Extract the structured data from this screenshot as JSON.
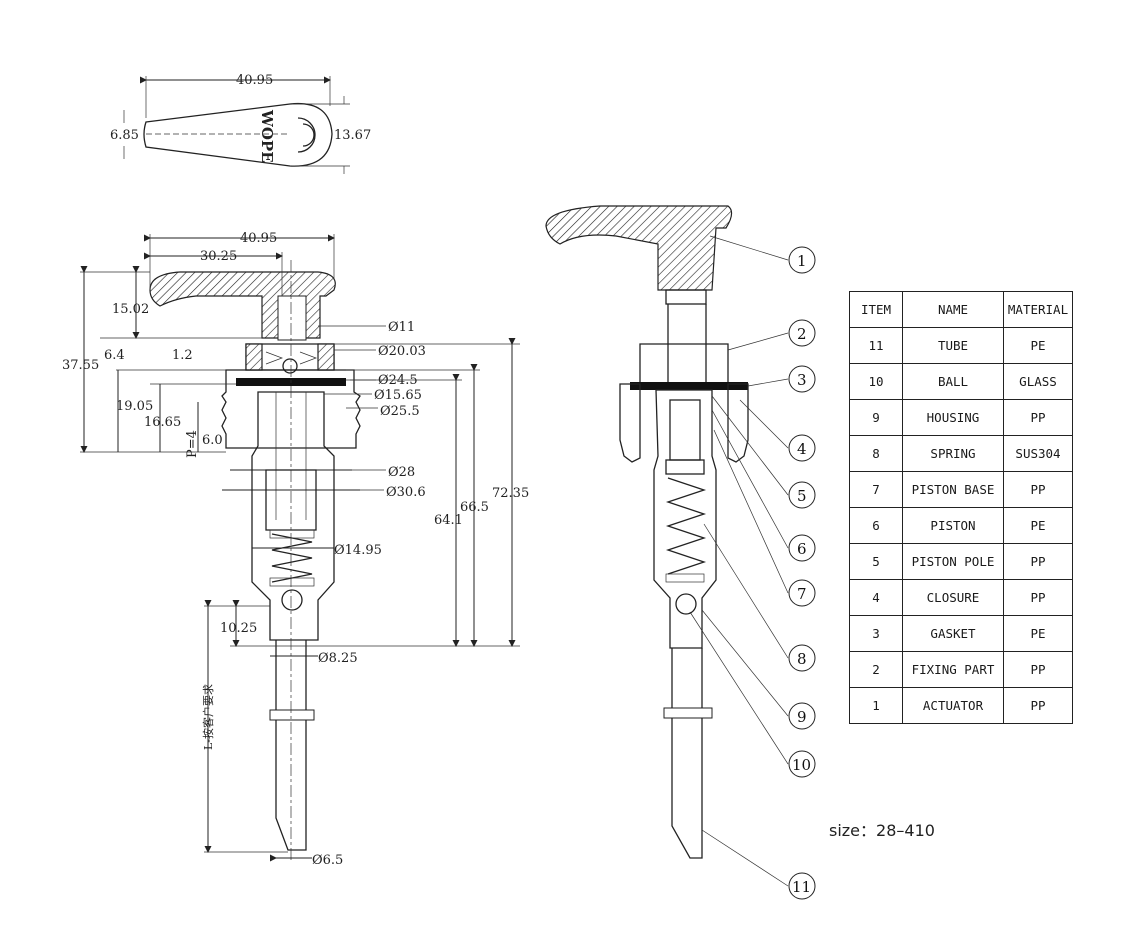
{
  "top_view": {
    "width": "40.95",
    "left_height": "6.85",
    "right_height": "13.67",
    "logo_text": "WOPE"
  },
  "section_view": {
    "dims": {
      "d40_95": "40.95",
      "d30_25": "30.25",
      "d15_02": "15.02",
      "d37_55": "37.55",
      "d6_4": "6.4",
      "d1_2": "1.2",
      "d19_05": "19.05",
      "d16_65": "16.65",
      "pitch": "P=4",
      "d6_0": "6.0",
      "phi11": "Ø11",
      "phi20_03": "Ø20.03",
      "phi24_5": "Ø24.5",
      "phi15_65": "Ø15.65",
      "phi25_5": "Ø25.5",
      "phi28": "Ø28",
      "phi30_6": "Ø30.6",
      "phi14_95": "Ø14.95",
      "d64_1": "64.1",
      "d66_5": "66.5",
      "d72_35": "72.35",
      "d10_25": "10.25",
      "phi8_25": "Ø8.25",
      "tube_length": "L-按客户要求",
      "phi6_5": "Ø6.5"
    }
  },
  "callouts": [
    "1",
    "2",
    "3",
    "4",
    "5",
    "6",
    "7",
    "8",
    "9",
    "10",
    "11"
  ],
  "bom": {
    "headers": [
      "ITEM",
      "NAME",
      "MATERIAL"
    ],
    "rows": [
      [
        "11",
        "TUBE",
        "PE"
      ],
      [
        "10",
        "BALL",
        "GLASS"
      ],
      [
        "9",
        "HOUSING",
        "PP"
      ],
      [
        "8",
        "SPRING",
        "SUS304"
      ],
      [
        "7",
        "PISTON BASE",
        "PP"
      ],
      [
        "6",
        "PISTON",
        "PE"
      ],
      [
        "5",
        "PISTON POLE",
        "PP"
      ],
      [
        "4",
        "CLOSURE",
        "PP"
      ],
      [
        "3",
        "GASKET",
        "PE"
      ],
      [
        "2",
        "FIXING PART",
        "PP"
      ],
      [
        "1",
        "ACTUATOR",
        "PP"
      ]
    ]
  },
  "size_label": "size：28–410"
}
